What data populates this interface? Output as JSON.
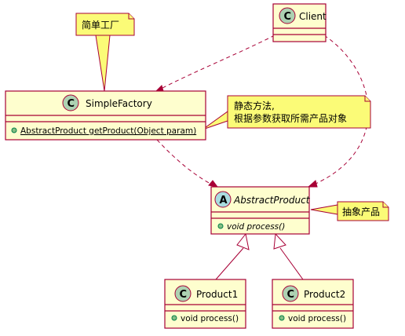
{
  "notes": {
    "factory_note": "简单工厂",
    "method_note_line1": "静态方法,",
    "method_note_line2": "根据参数获取所需产品对象",
    "abstract_note": "抽象产品"
  },
  "classes": {
    "client": {
      "name": "Client",
      "stereotype_glyph": "C"
    },
    "simple_factory": {
      "name": "SimpleFactory",
      "stereotype_glyph": "C",
      "method": "AbstractProduct getProduct(Object param)"
    },
    "abstract_product": {
      "name": "AbstractProduct",
      "stereotype_glyph": "A",
      "method": "void process()"
    },
    "product1": {
      "name": "Product1",
      "stereotype_glyph": "C",
      "method": "void process()"
    },
    "product2": {
      "name": "Product2",
      "stereotype_glyph": "C",
      "method": "void process()"
    }
  },
  "colors": {
    "class_fill": "#FEFECE",
    "border": "#A80036",
    "note_fill": "#FBFB77",
    "class_circle": "#ADD1B2",
    "abstract_circle": "#A9DCDF",
    "visibility_public": "#84BE84"
  }
}
